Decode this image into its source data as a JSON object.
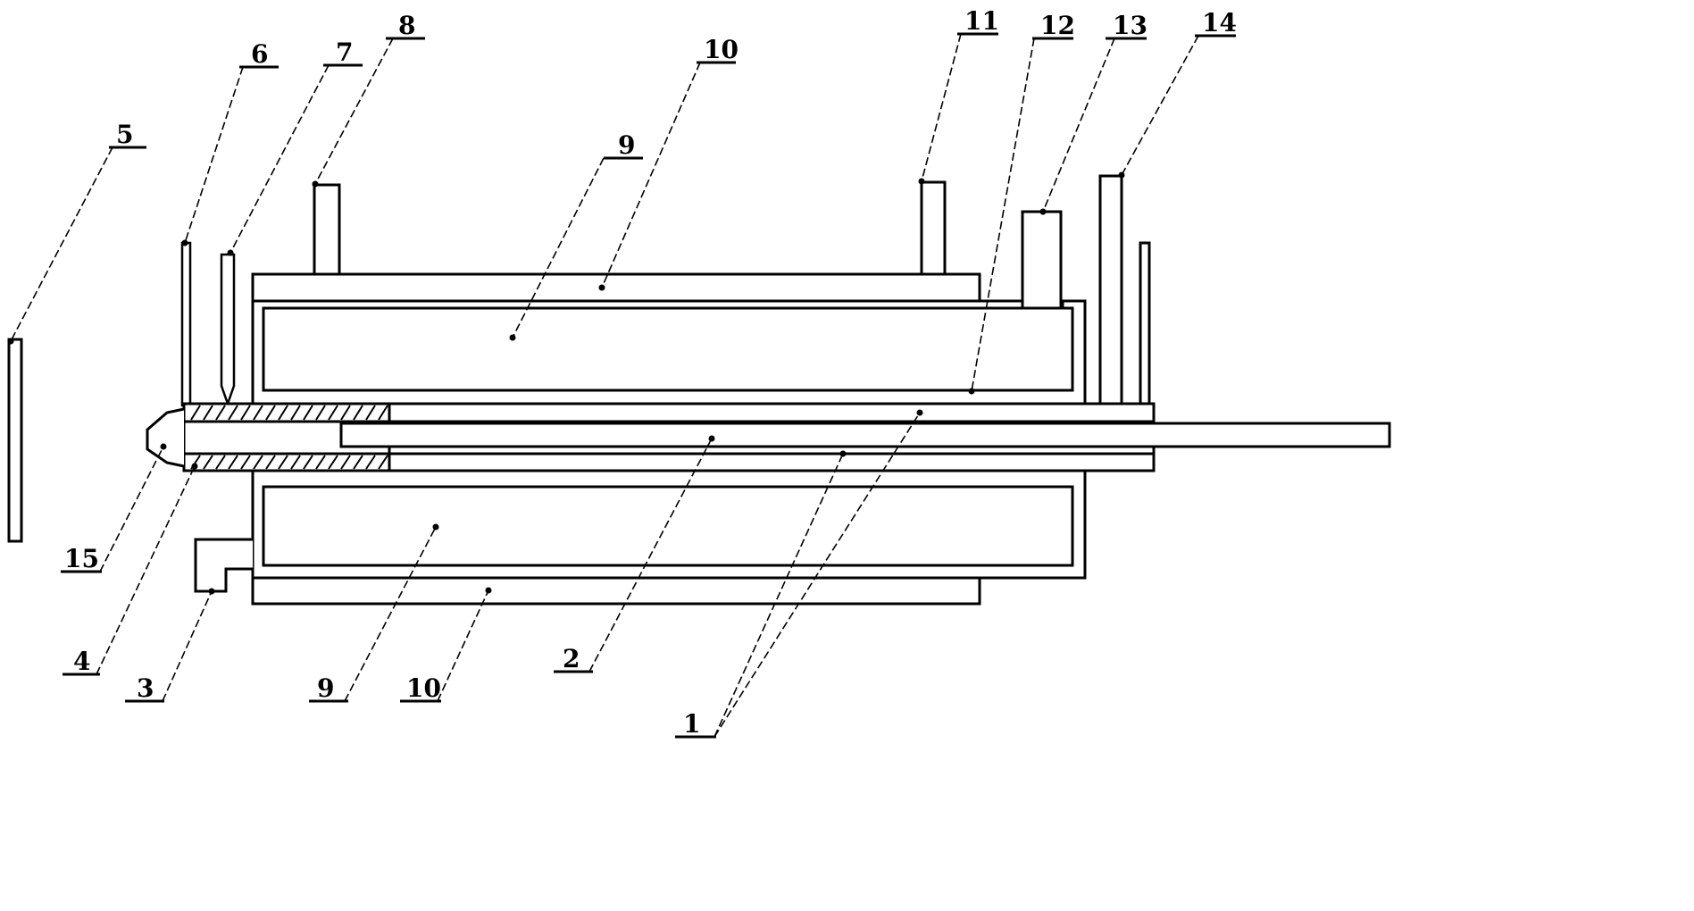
{
  "callouts": [
    {
      "id": "c1",
      "text": "1"
    },
    {
      "id": "c2",
      "text": "2"
    },
    {
      "id": "c3",
      "text": "3"
    },
    {
      "id": "c4",
      "text": "4"
    },
    {
      "id": "c5",
      "text": "5"
    },
    {
      "id": "c6",
      "text": "6"
    },
    {
      "id": "c7",
      "text": "7"
    },
    {
      "id": "c8",
      "text": "8"
    },
    {
      "id": "c9a",
      "text": "9"
    },
    {
      "id": "c9b",
      "text": "9"
    },
    {
      "id": "c10a",
      "text": "10"
    },
    {
      "id": "c10b",
      "text": "10"
    },
    {
      "id": "c11",
      "text": "11"
    },
    {
      "id": "c12",
      "text": "12"
    },
    {
      "id": "c13",
      "text": "13"
    },
    {
      "id": "c14",
      "text": "14"
    },
    {
      "id": "c15",
      "text": "15"
    }
  ]
}
